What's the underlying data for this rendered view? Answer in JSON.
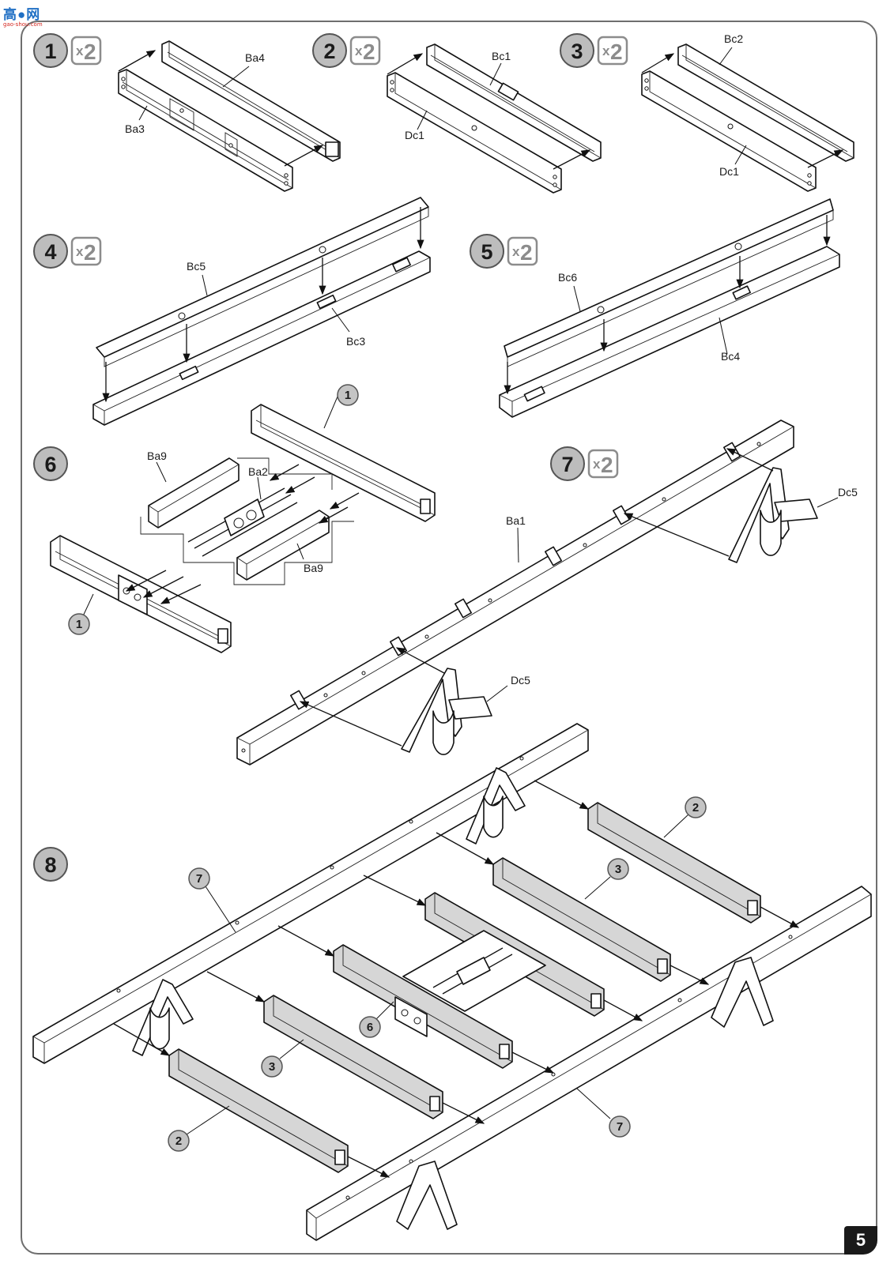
{
  "header": {
    "logo_main": "高●网",
    "logo_sub": "gao-shou.com"
  },
  "page_number": "5",
  "steps": [
    {
      "number": "1",
      "multiplier": "2"
    },
    {
      "number": "2",
      "multiplier": "2"
    },
    {
      "number": "3",
      "multiplier": "2"
    },
    {
      "number": "4",
      "multiplier": "2"
    },
    {
      "number": "5",
      "multiplier": "2"
    },
    {
      "number": "6",
      "multiplier": ""
    },
    {
      "number": "7",
      "multiplier": "2"
    },
    {
      "number": "8",
      "multiplier": ""
    }
  ],
  "multiplier_prefix": "x",
  "parts": {
    "ba4": "Ba4",
    "ba3": "Ba3",
    "bc1": "Bc1",
    "dc1_a": "Dc1",
    "bc2": "Bc2",
    "dc1_b": "Dc1",
    "bc5": "Bc5",
    "bc3": "Bc3",
    "bc6": "Bc6",
    "bc4": "Bc4",
    "ba9_top": "Ba9",
    "ba2": "Ba2",
    "ba9_bottom": "Ba9",
    "ba1": "Ba1",
    "dc5_top": "Dc5",
    "dc5_bottom": "Dc5"
  },
  "refs": {
    "step6_top": "1",
    "step6_bottom": "1",
    "step8_2a": "2",
    "step8_3a": "3",
    "step8_7a": "7",
    "step8_6": "6",
    "step8_3b": "3",
    "step8_2b": "2",
    "step8_7b": "7"
  }
}
